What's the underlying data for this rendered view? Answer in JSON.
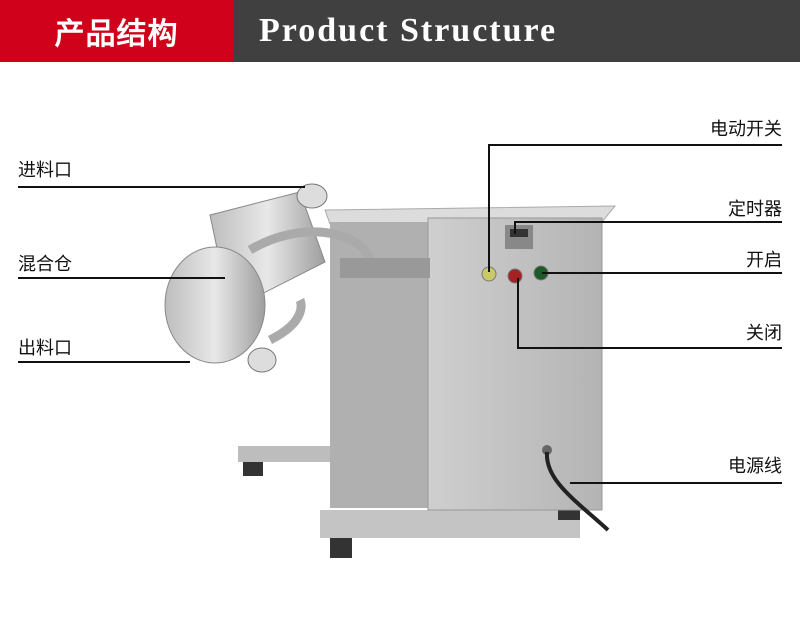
{
  "header": {
    "title_cn": "产品结构",
    "title_en": "Product Structure"
  },
  "labels": {
    "inlet": "进料口",
    "mixing_chamber": "混合仓",
    "outlet": "出料口",
    "motor_switch": "电动开关",
    "timer": "定时器",
    "start": "开启",
    "stop": "关闭",
    "power_cord": "电源线"
  },
  "colors": {
    "header_red": "#d0021b",
    "header_gray": "#404040"
  }
}
